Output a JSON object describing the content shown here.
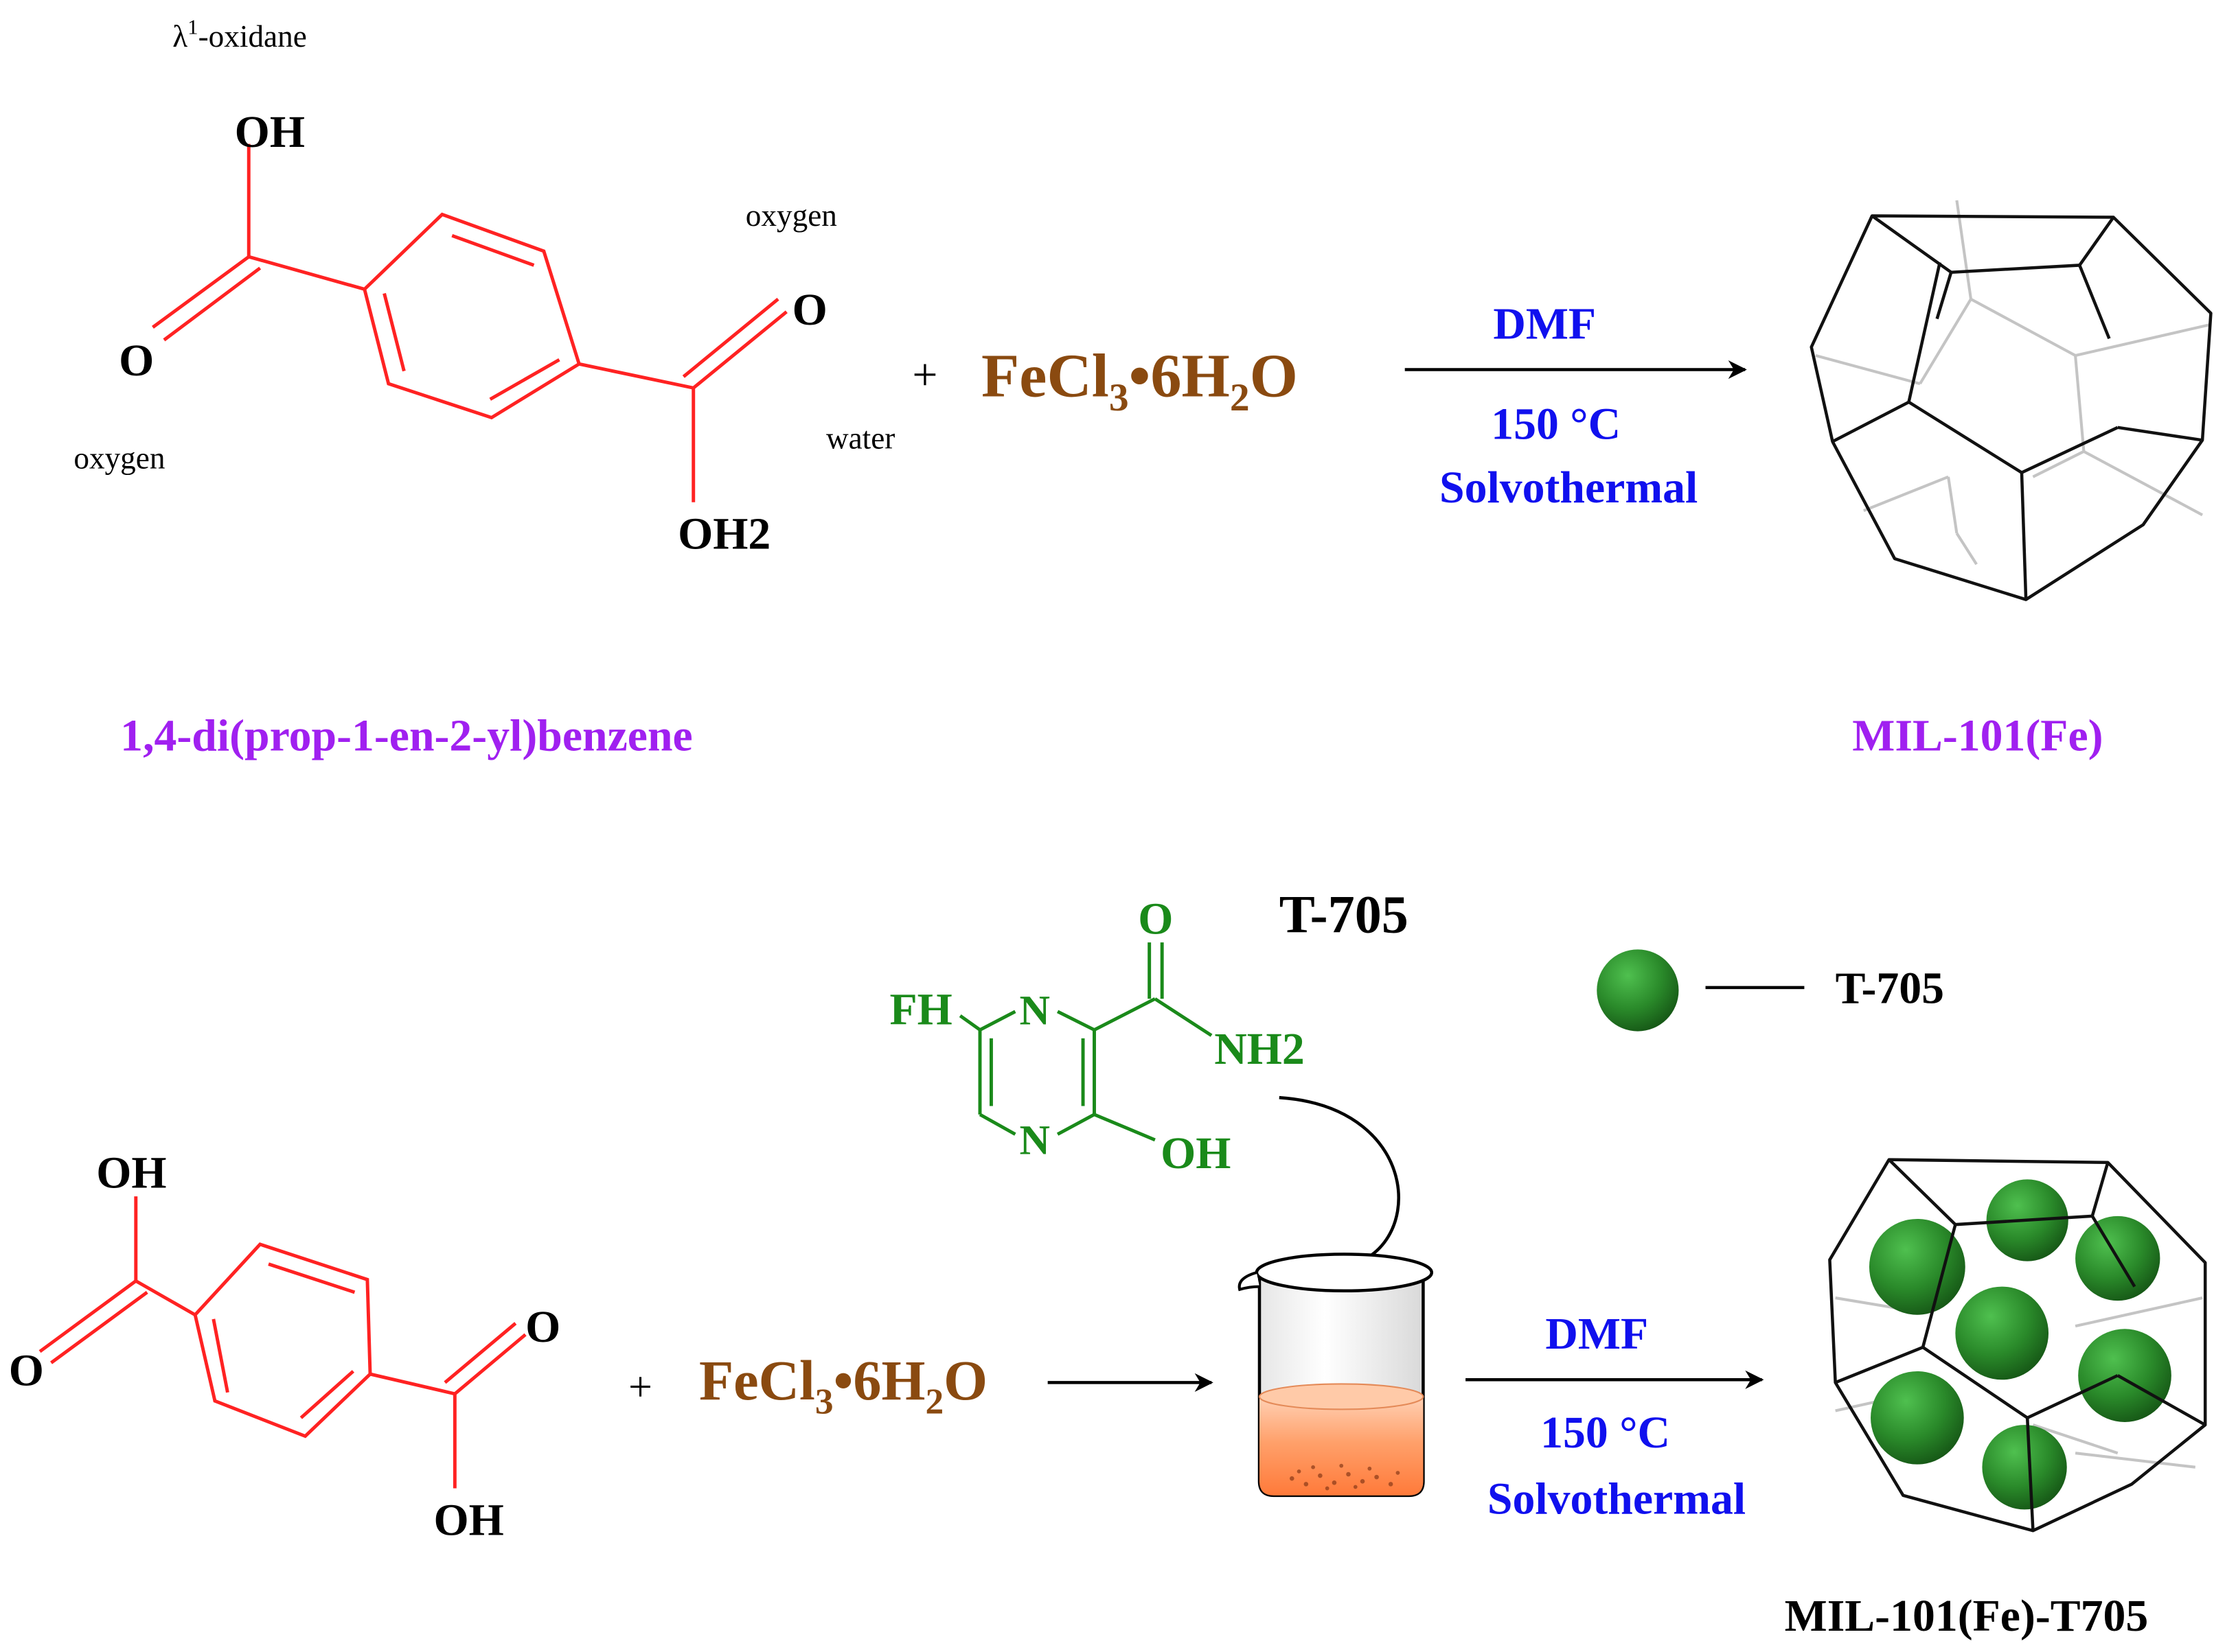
{
  "colors": {
    "ligand": "#ff2222",
    "salt": "#8a4a10",
    "condition": "#1010ee",
    "name": "#a020f0",
    "drug": "#1a8a1a",
    "cage": "#111111",
    "cage_back": "#bdbdbd",
    "sphere": "#2a8a2a",
    "liquid": "#ff9a5c"
  },
  "top_reaction": {
    "annotation_lambda": "λ",
    "annotation_lambda_sup": "1",
    "annotation_oxidane": "-oxidane",
    "annotation_oxygen_right": "oxygen",
    "annotation_oxygen_left": "oxygen",
    "annotation_water": "water",
    "ligand": {
      "oh_top": "OH",
      "o_left": "O",
      "o_right": "O",
      "oh_bottom": "OH2"
    },
    "plus": "+",
    "salt": {
      "main": "FeCl",
      "sub1": "3",
      "mid": "•6H",
      "sub2": "2",
      "end": "O"
    },
    "conditions": {
      "solvent": "DMF",
      "temperature": "150 °C",
      "method": "Solvothermal"
    },
    "ligand_name": "1,4-di(prop-1-en-2-yl)benzene",
    "product_name": "MIL-101(Fe)"
  },
  "bottom_reaction": {
    "drug_title": "T-705",
    "drug": {
      "fh": "FH",
      "n_top": "N",
      "n_bottom": "N",
      "o": "O",
      "nh2": "NH2",
      "oh": "OH"
    },
    "legend_label": "T-705",
    "ligand": {
      "oh_top": "OH",
      "o_left": "O",
      "o_right": "O",
      "oh_bottom": "OH"
    },
    "plus": "+",
    "salt": {
      "main": "FeCl",
      "sub1": "3",
      "mid": "•6H",
      "sub2": "2",
      "end": "O"
    },
    "conditions": {
      "solvent": "DMF",
      "temperature": "150 °C",
      "method": "Solvothermal"
    },
    "product_name": "MIL-101(Fe)-T705"
  }
}
